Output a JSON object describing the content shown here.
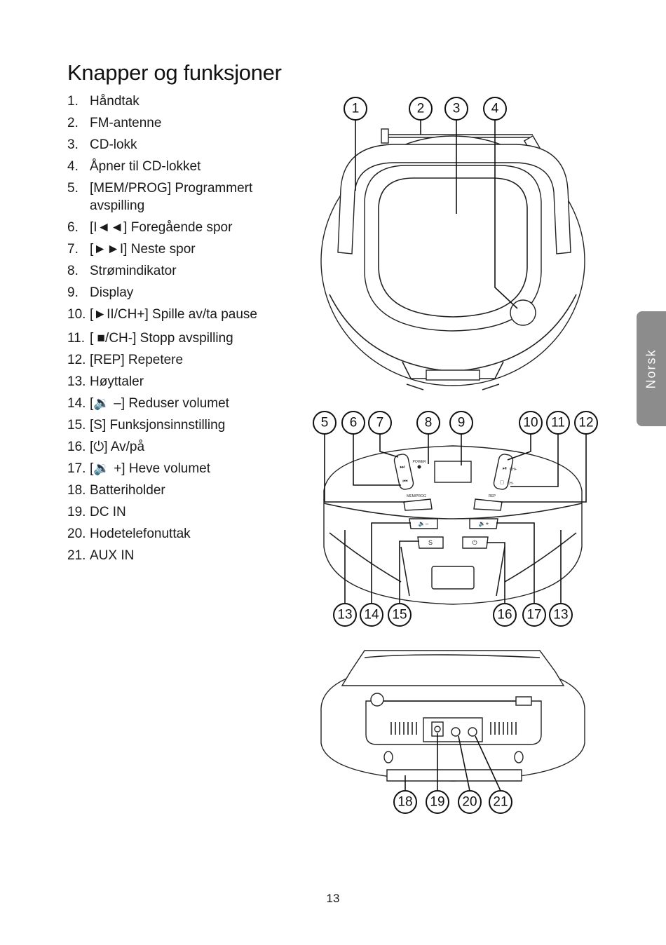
{
  "page": {
    "title": "Knapper og funksjoner",
    "side_tab": "Norsk",
    "page_number": "13"
  },
  "items": [
    {
      "num": "1.",
      "text": "Håndtak"
    },
    {
      "num": "2.",
      "text": "FM-antenne"
    },
    {
      "num": "3.",
      "text": "CD-lokk"
    },
    {
      "num": "4.",
      "text": "Åpner til CD-lokket"
    },
    {
      "num": "5.",
      "text": "[MEM/PROG] Programmert avspilling"
    },
    {
      "num": "6.",
      "text": "[I◄◄] Foregående spor"
    },
    {
      "num": "7.",
      "text": "[►►I] Neste spor"
    },
    {
      "num": "8.",
      "text": "Strømindikator"
    },
    {
      "num": "9.",
      "text": "Display"
    },
    {
      "num": "10.",
      "text": "[►II/CH+] Spille av/ta pause"
    },
    {
      "num": "11.",
      "text": "[ ■/CH-] Stopp avspilling"
    },
    {
      "num": "12.",
      "text": "[REP] Repetere"
    },
    {
      "num": "13.",
      "text": "Høyttaler"
    },
    {
      "num": "14.",
      "text": "[🔉 –] Reduser volumet"
    },
    {
      "num": "15.",
      "text": "[S] Funksjonsinnstilling"
    },
    {
      "num": "16.",
      "text": "[⏻] Av/på"
    },
    {
      "num": "17.",
      "text": "[🔉 +] Heve volumet"
    },
    {
      "num": "18.",
      "text": "Batteriholder"
    },
    {
      "num": "19.",
      "text": "DC IN"
    },
    {
      "num": "20.",
      "text": "Hodetelefonuttak"
    },
    {
      "num": "21.",
      "text": "AUX IN"
    }
  ],
  "device_labels": {
    "mem_prog": "MEM/PROG",
    "rep": "REP",
    "s": "S",
    "power": "POWER",
    "ch_plus": "CH+",
    "ch_minus": "CH-",
    "prev_glyph": "⏮",
    "next_glyph": "⏭",
    "play_glyph": "⏯",
    "stop_glyph": "□",
    "vol_minus_glyph": "🔉–",
    "vol_plus_glyph": "🔉+",
    "power_glyph": "⏻"
  },
  "callouts": {
    "c1": "1",
    "c2": "2",
    "c3": "3",
    "c4": "4",
    "c5": "5",
    "c6": "6",
    "c7": "7",
    "c8": "8",
    "c9": "9",
    "c10": "10",
    "c11": "11",
    "c12": "12",
    "c13a": "13",
    "c14": "14",
    "c15": "15",
    "c16": "16",
    "c17": "17",
    "c13b": "13",
    "c18": "18",
    "c19": "19",
    "c20": "20",
    "c21": "21"
  }
}
